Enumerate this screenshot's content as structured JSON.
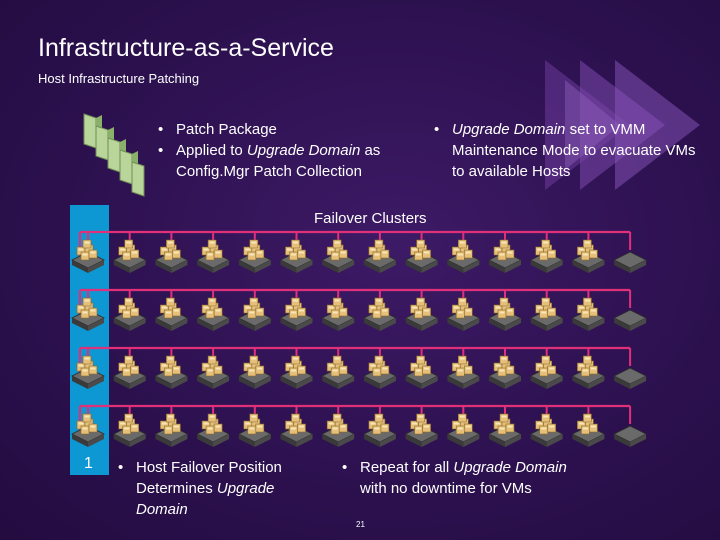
{
  "slide": {
    "title": "Infrastructure-as-a-Service",
    "subtitle": "Host Infrastructure Patching",
    "page_number": "21"
  },
  "bullets_top_left": [
    {
      "text": "Patch Package"
    },
    {
      "pre": "Applied to ",
      "em": "Upgrade Domain",
      "post": " as Config.Mgr Patch Collection"
    }
  ],
  "bullet_top_right": {
    "em": "Upgrade Domain",
    "post": " set to VMM Maintenance Mode to evacuate VMs to available Hosts"
  },
  "clusters_label": "Failover Clusters",
  "upgrade_domain_number": "1",
  "bullet_bottom_left": {
    "pre": "Host Failover Position Determines ",
    "em": "Upgrade Domain",
    "post": ""
  },
  "bullet_bottom_right": {
    "pre": "Repeat for all ",
    "em": "Upgrade Domain",
    "post": " with no downtime for VMs"
  },
  "colors": {
    "background": "#2d1150",
    "cluster_line": "#e0307a",
    "domain_bar": "#0e98d3",
    "server_gray": "#555555",
    "vm_tan": "#e6c07a"
  },
  "icons": [
    "patch-package-icon",
    "server-with-vms-icon",
    "empty-server-icon",
    "play-arrows-decoration"
  ]
}
